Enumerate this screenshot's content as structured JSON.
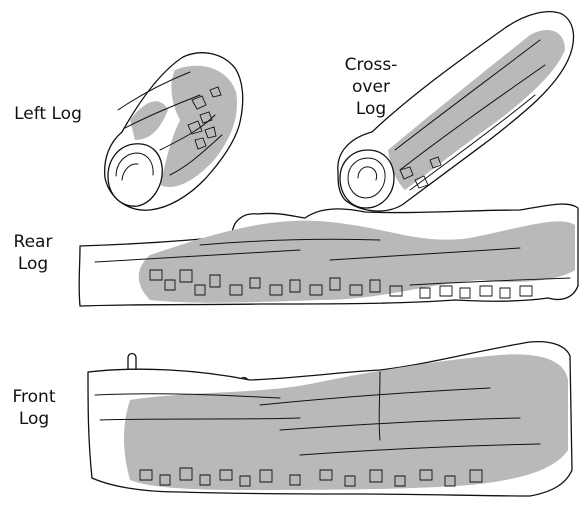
{
  "labels": {
    "left_log": "Left Log",
    "cross_over_log_line1": "Cross-over",
    "cross_over_log_line2": "Log",
    "rear_log_line1": "Rear",
    "rear_log_line2": "Log",
    "front_log_line1": "Front",
    "front_log_line2": "Log"
  },
  "colors": {
    "outline": "#111111",
    "shading": "#b8b8b8",
    "background": "#ffffff"
  }
}
